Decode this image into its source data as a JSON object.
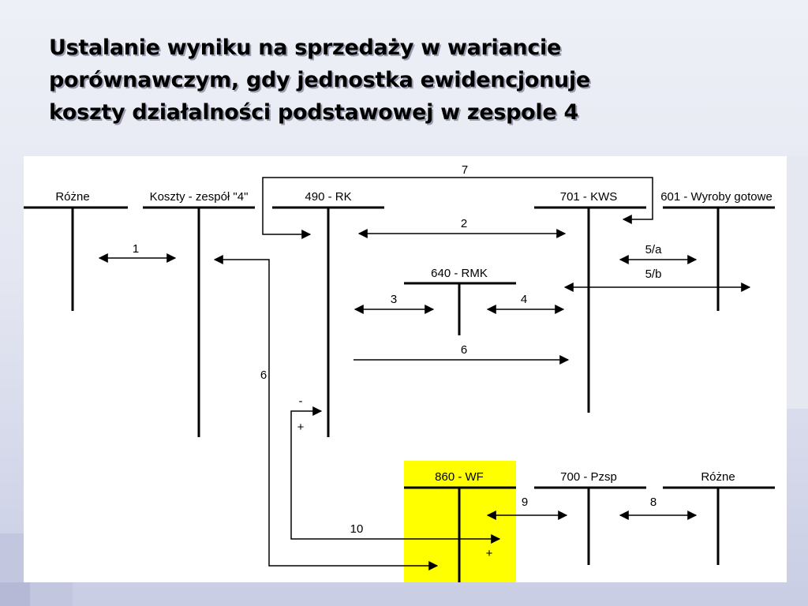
{
  "title": {
    "lines": [
      "Ustalanie wyniku na sprzedaży w wariancie",
      "porównawczym, gdy jednostka ewidencjonuje",
      "koszty działalności podstawowej w zespole 4"
    ]
  },
  "colors": {
    "highlight": "#ffff00",
    "ink": "#000000",
    "panel": "#ffffff",
    "slide_bg": "#e4e7f1",
    "corner_square": "#c2c6de"
  },
  "accounts": {
    "rozne_1": "Różne",
    "koszty_zespol_4": "Koszty - zespół \"4\"",
    "rk_490": "490 - RK",
    "kws_701": "701 -  KWS",
    "wyroby_601": "601 - Wyroby gotowe",
    "rmk_640": "640 - RMK",
    "wf_860": "860 - WF",
    "pzsp_700": "700 - Pzsp",
    "rozne_2": "Różne"
  },
  "flows": {
    "f1": "1",
    "f2": "2",
    "f3": "3",
    "f4": "4",
    "f5a": "5/a",
    "f5b": "5/b",
    "f6a": "6",
    "f6b": "6",
    "f7": "7",
    "f8": "8",
    "f9": "9",
    "f10": "10"
  },
  "signs": {
    "rk_minus": "-",
    "rk_plus": "+",
    "wf_plus": "+"
  }
}
